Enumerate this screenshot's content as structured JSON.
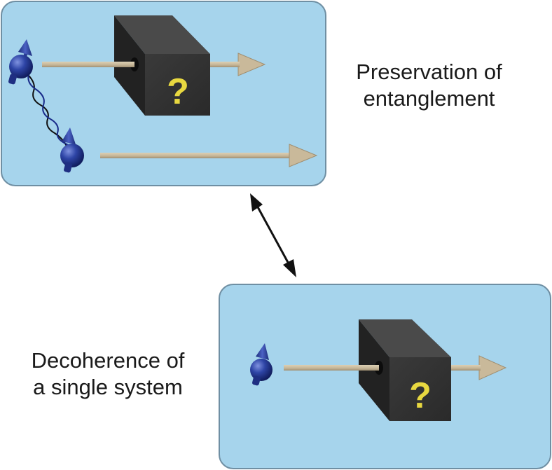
{
  "panels": {
    "entangled": {
      "caption_line1": "Preservation of",
      "caption_line2": "entanglement",
      "box_symbol": "?"
    },
    "single": {
      "caption_line1": "Decoherence of",
      "caption_line2": "a single system",
      "box_symbol": "?"
    }
  },
  "colors": {
    "panel_fill": "#a6d4ec",
    "panel_stroke": "#6f8fa3",
    "beam": "#c9b99a",
    "box": "#2f2f2f",
    "question_mark": "#e8d840",
    "particle": "#2b3f95",
    "connector_arrow": "#111111"
  }
}
